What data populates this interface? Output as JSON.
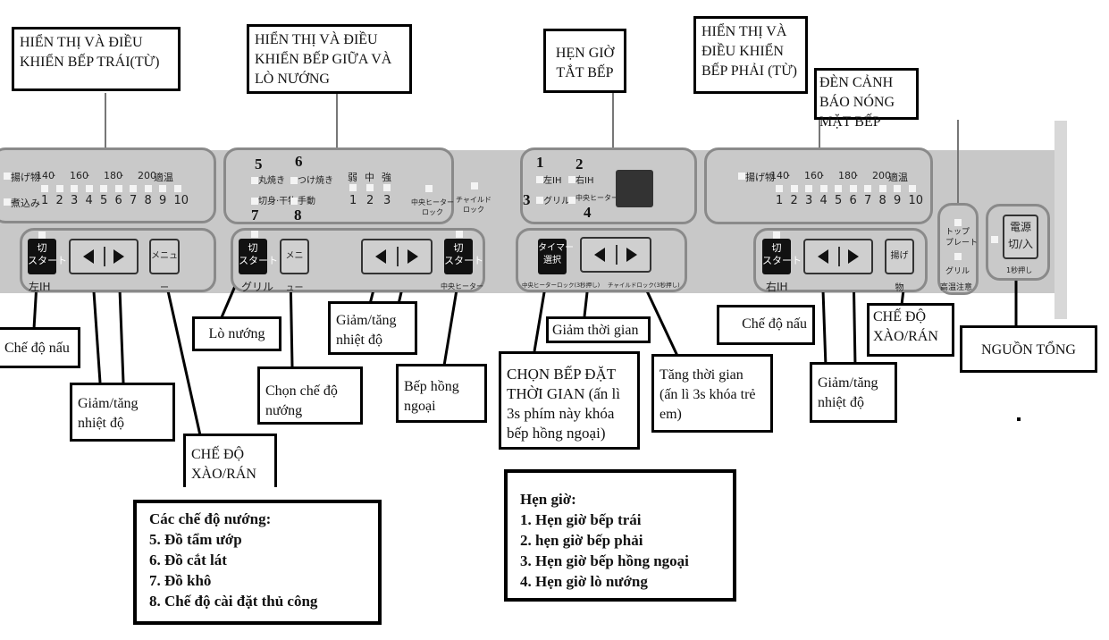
{
  "top_callouts": {
    "left": "HIỂN THỊ VÀ ĐIỀU KHIỂN BẾP TRÁI(TỪ)",
    "middle": "HIỂN THỊ VÀ ĐIỀU KHIỂN BẾP GIỮA VÀ LÒ NƯỚNG",
    "timer": "HẸN GIỜ TẮT BẾP",
    "right": "HIỂN THỊ VÀ ĐIỀU KHIỂN BẾP PHẢI (TỪ)",
    "warning": "ĐÈN CẢNH BÁO NÓNG MẶT BẾP"
  },
  "panel": {
    "left_ih": {
      "fry_label": "揚げ物",
      "simmer_label": "煮込み",
      "temps": [
        "140",
        "·",
        "160",
        "·",
        "180",
        "·",
        "200"
      ],
      "hot_label": "適温",
      "levels": [
        "1",
        "2",
        "3",
        "4",
        "5",
        "6",
        "7",
        "8",
        "9",
        "10"
      ],
      "start_button": "切\nスタート",
      "menu_button": "メニュー",
      "zone_label": "左IH"
    },
    "middle": {
      "mode5_num": "5",
      "mode5": "丸焼き",
      "mode6_num": "6",
      "mode6": "つけ焼き",
      "mode7": "切身·干物",
      "mode7_num": "7",
      "mode8": "手動",
      "mode8_num": "8",
      "power_labels": [
        "弱",
        "中",
        "強"
      ],
      "power_levels": [
        "1",
        "2",
        "3"
      ],
      "center_lock": "中央ヒーター\nロック",
      "child_lock": "チャイルド\nロック",
      "grill_start": "切\nスタート",
      "grill_label": "グリル",
      "menu_button": "メニュー",
      "center_start": "切\nスタート",
      "center_label": "中央ヒーター"
    },
    "timer": {
      "t1_num": "1",
      "t1": "左IH",
      "t2_num": "2",
      "t2": "右IH",
      "t3_num": "3",
      "t3": "グリル",
      "t4_num": "4",
      "t4": "中央ヒーター",
      "select_button": "タイマー\n選択",
      "sub_left": "中央ヒーターロック(3秒押し)",
      "sub_right": "チャイルドロック(3秒押し)"
    },
    "right_ih": {
      "fry_label": "揚げ物",
      "temps": [
        "140",
        "·",
        "160",
        "·",
        "180",
        "·",
        "200"
      ],
      "hot_label": "適温",
      "levels": [
        "1",
        "2",
        "3",
        "4",
        "5",
        "6",
        "7",
        "8",
        "9",
        "10"
      ],
      "start_button": "切\nスタート",
      "fry_button": "揚げ物",
      "zone_label": "右IH"
    },
    "warning": {
      "top_plate": "トップ\nプレート",
      "grill": "グリル",
      "label": "高温注意"
    },
    "power": {
      "button": "電源\n切/入",
      "hint": "1秒押し"
    }
  },
  "bottom_callouts": {
    "cook_mode_left": "Chế độ nấu",
    "temp_left": "Giảm/tăng nhiệt độ",
    "stirfry_left": "CHẾ ĐỘ XÀO/RÁN",
    "oven": "Lò nướng",
    "grill_mode": "Chọn chế độ nướng",
    "temp_middle": "Giảm/tăng nhiệt độ",
    "infrared": "Bếp hồng ngoại",
    "time_down": "Giảm thời gian",
    "select_timer": "CHỌN BẾP ĐẶT THỜI GIAN (ấn lì 3s phím này khóa bếp hồng ngoại)",
    "time_up": "Tăng thời gian (ấn lì 3s khóa trẻ em)",
    "cook_mode_right": "Chế độ nấu",
    "temp_right": "Giảm/tăng nhiệt độ",
    "stirfry_right": "CHẾ ĐỘ XÀO/RÁN",
    "main_power": "NGUỒN TỔNG"
  },
  "legend_grill": {
    "title": "Các chế độ nướng:",
    "items": [
      "5. Đồ tẩm ướp",
      "6. Đồ cắt lát",
      "7. Đồ khô",
      "8. Chế độ cài đặt thủ công"
    ]
  },
  "legend_timer": {
    "title": "Hẹn giờ:",
    "items": [
      "1. Hẹn giờ bếp trái",
      "2. hẹn giờ bếp phải",
      "3. Hẹn giờ bếp hồng ngoại",
      "4. Hẹn giờ lò nướng"
    ]
  }
}
